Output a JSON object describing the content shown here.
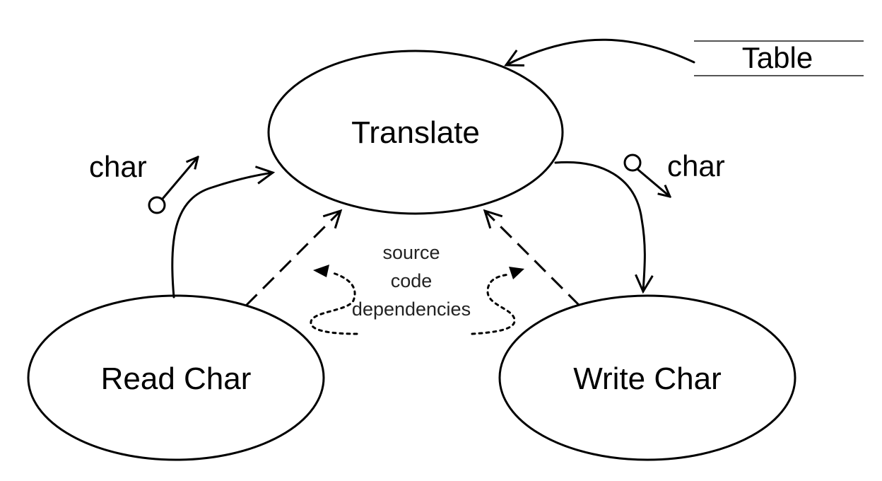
{
  "nodes": {
    "translate": "Translate",
    "read_char": "Read Char",
    "write_char": "Write Char"
  },
  "data_store": {
    "label": "Table"
  },
  "flows": {
    "input_label": "char",
    "output_label": "char"
  },
  "annotation": {
    "line1": "source",
    "line2": "code",
    "line3": "dependencies"
  }
}
